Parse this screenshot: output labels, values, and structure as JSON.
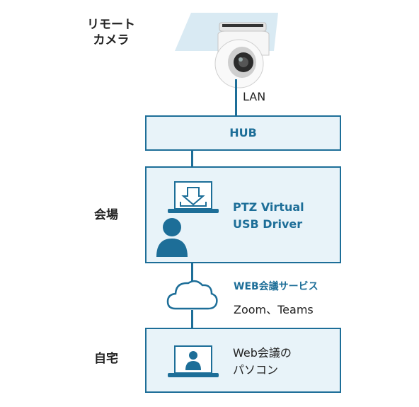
{
  "labels": {
    "camera": [
      "リモート",
      "カメラ"
    ],
    "venue": "会場",
    "home": "自宅",
    "lan": "LAN"
  },
  "hub": {
    "title": "HUB"
  },
  "venue_box": {
    "driver_lines": [
      "PTZ Virtual",
      "USB Driver"
    ]
  },
  "service": {
    "title": "WEB会議サービス",
    "examples": "Zoom、Teams"
  },
  "home_box": {
    "lines": [
      "Web会議の",
      "パソコン"
    ]
  },
  "colors": {
    "accent": "#1d6e98",
    "box_fill": "#e8f3f9",
    "ceiling": "#d9eaf3"
  }
}
